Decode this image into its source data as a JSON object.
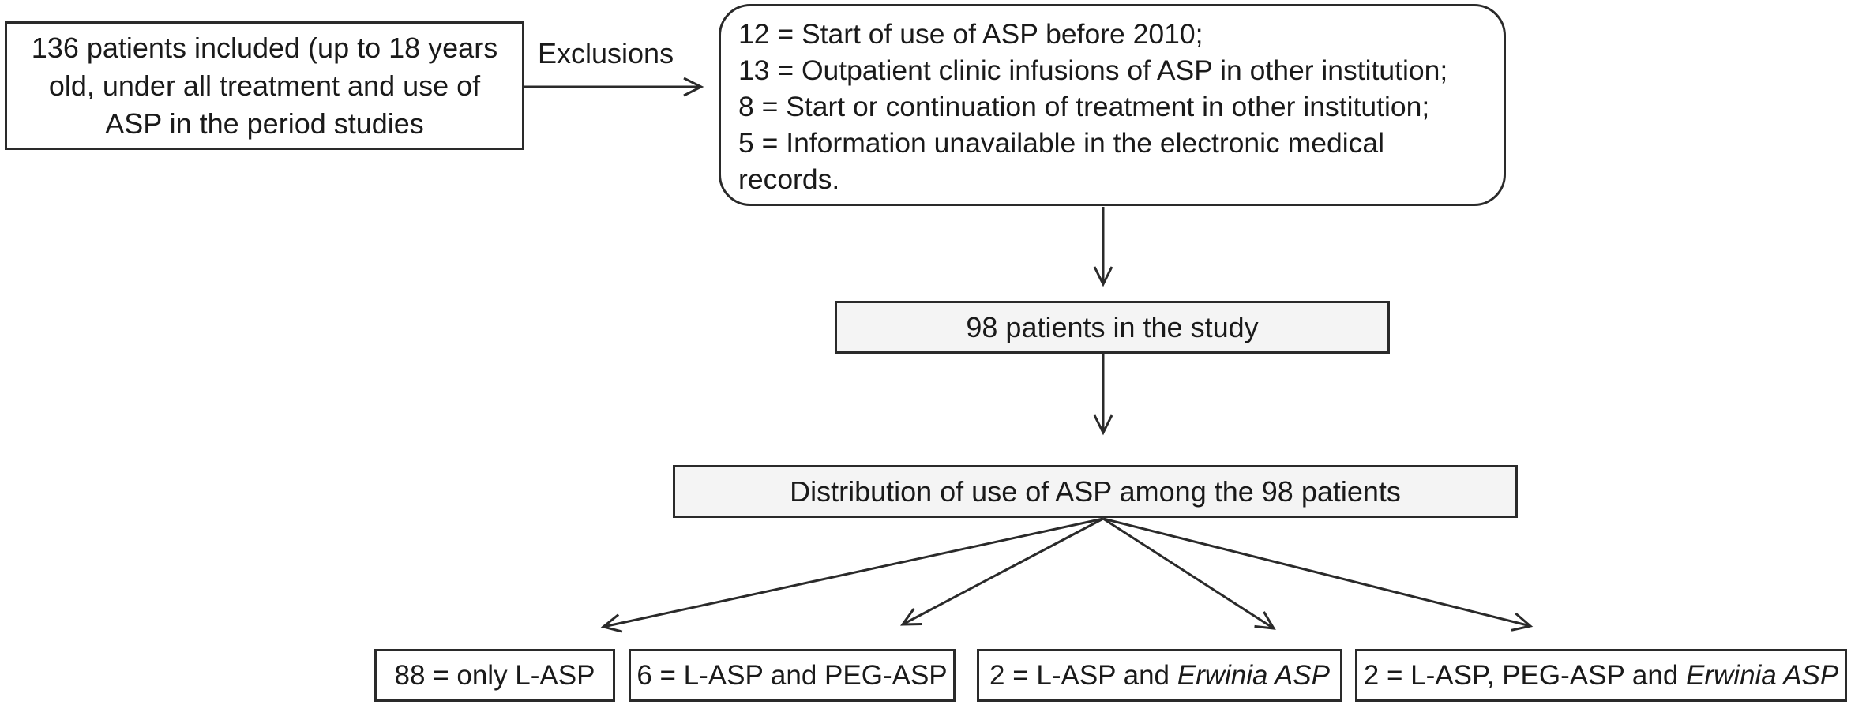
{
  "included": {
    "lines": [
      "136 patients included (up to 18 years",
      "old, under all treatment and use of",
      "ASP in the period studies"
    ]
  },
  "exclusions_label": "Exclusions",
  "exclusions": {
    "items": [
      "12 = Start of use of ASP before 2010;",
      "13 = Outpatient clinic infusions of ASP in other institution;",
      "8 = Start or continuation of treatment in other institution;",
      "5 = Information unavailable in the electronic medical",
      "records."
    ]
  },
  "study": {
    "label": "98 patients in the study"
  },
  "distribution": {
    "label": "Distribution of use of ASP among the 98 patients"
  },
  "groups": [
    {
      "prefix": "88 = only L-ASP",
      "italic": ""
    },
    {
      "prefix": "6 = L-ASP and PEG-ASP",
      "italic": ""
    },
    {
      "prefix": "2 = L-ASP and ",
      "italic": "Erwinia ASP"
    },
    {
      "prefix": "2 = L-ASP, PEG-ASP and ",
      "italic": "Erwinia ASP"
    }
  ]
}
